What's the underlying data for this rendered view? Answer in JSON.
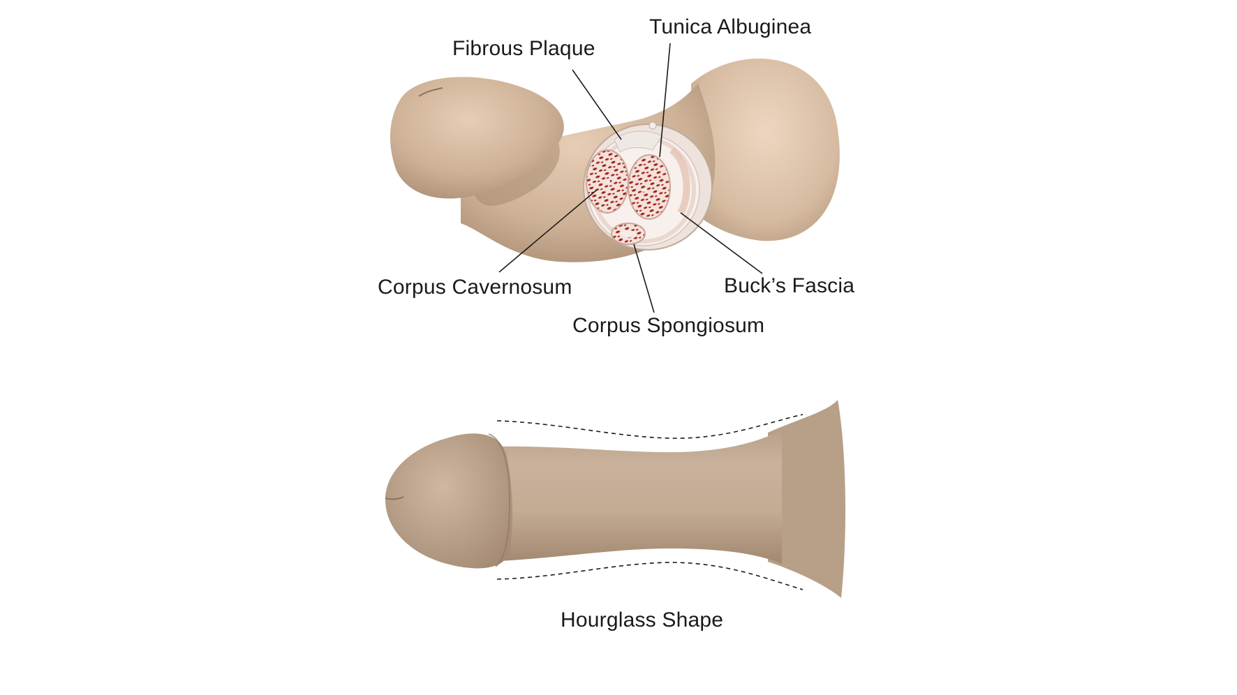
{
  "labels": {
    "tunica_albuginea": "Tunica Albuginea",
    "fibrous_plaque": "Fibrous Plaque",
    "corpus_cavernosum": "Corpus Cavernosum",
    "bucks_fascia": "Buck’s Fascia",
    "corpus_spongiosum": "Corpus Spongiosum",
    "hourglass_shape": "Hourglass Shape"
  },
  "colors": {
    "skin": "#c9ad92",
    "skin_light": "#e2c9b0",
    "skin_shadow": "#9c8168",
    "tissue_red": "#a3231e",
    "tissue_pale": "#f3e6e0",
    "leader_line": "#1a1a1a",
    "background": "#ffffff"
  }
}
